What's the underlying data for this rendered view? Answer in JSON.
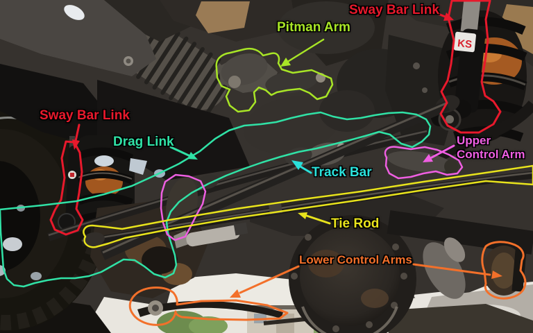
{
  "annotations": {
    "sway_bar_link_right": {
      "label": "Sway Bar Link",
      "color": "#e8192c"
    },
    "sway_bar_link_left": {
      "label": "Sway Bar Link",
      "color": "#e8192c"
    },
    "pitman_arm": {
      "label": "Pitman Arm",
      "color": "#a8e526"
    },
    "drag_link": {
      "label": "Drag Link",
      "color": "#30e2a6"
    },
    "track_bar": {
      "label": "Track Bar",
      "color": "#2ae0da"
    },
    "upper_control_arm": {
      "label": "Upper Control Arm",
      "color": "#ef5fe2"
    },
    "tie_rod": {
      "label": "Tie Rod",
      "color": "#e8e31c"
    },
    "lower_control_arms": {
      "label": "Lower Control Arms",
      "color": "#f3702a"
    }
  },
  "photo": {
    "shock_sticker_text": "KS"
  }
}
